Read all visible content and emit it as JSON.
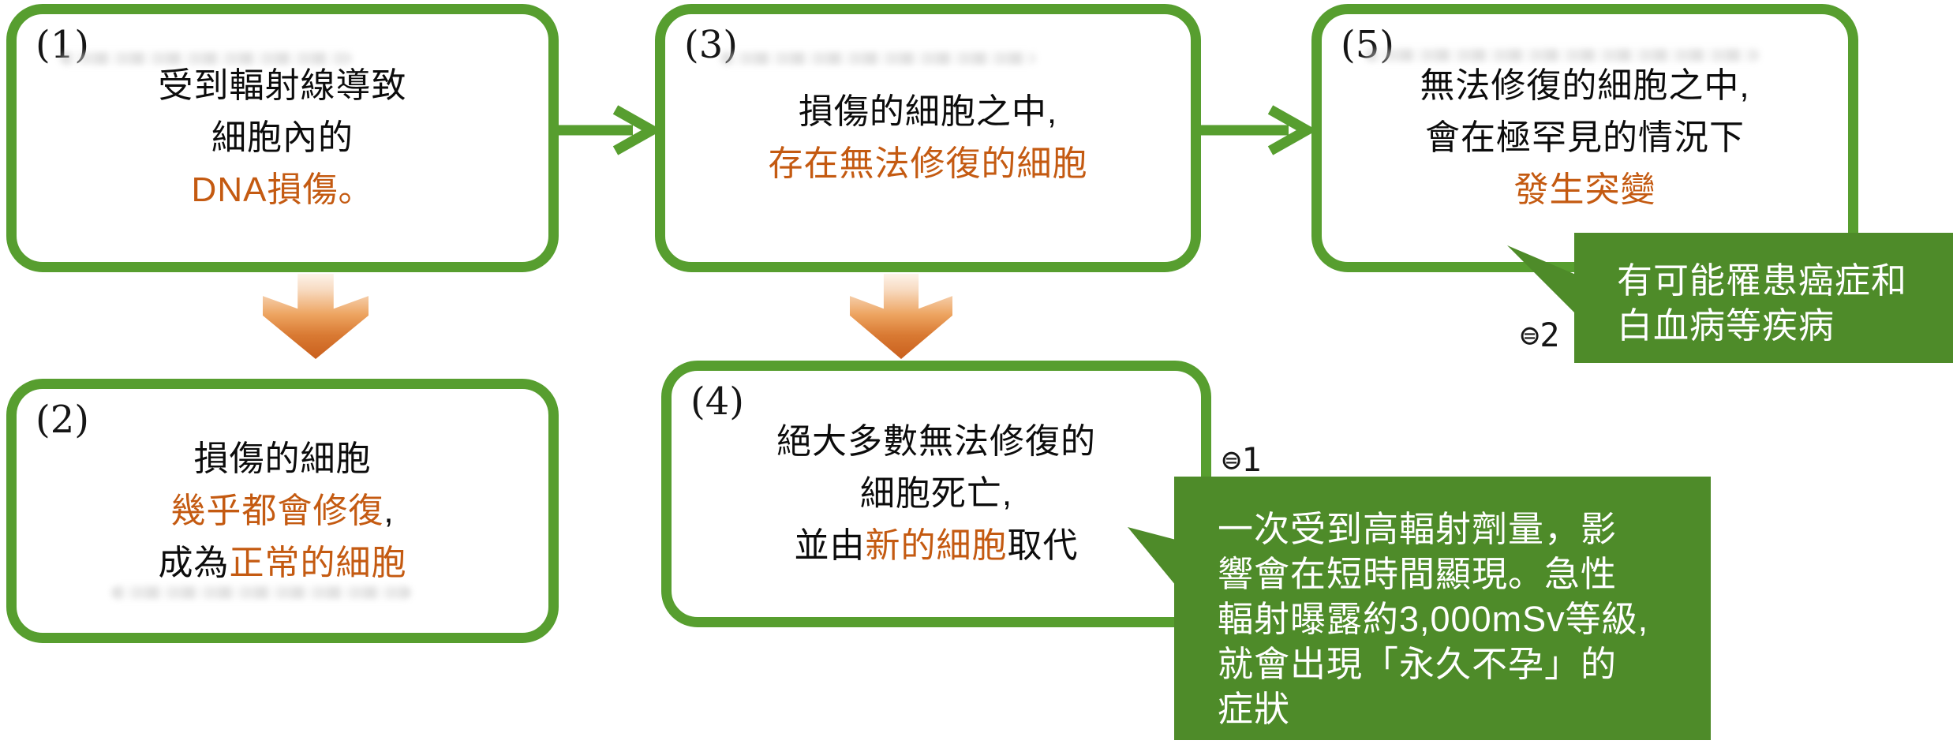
{
  "diagram_title": "radiation-cell-damage-flowchart",
  "colors": {
    "box_border_green": "#579e2f",
    "callout_green": "#4e8b29",
    "emphasis_orange": "#c45a11",
    "text_black": "#0c0c0c",
    "arrow_orange_deep": "#c95f1d",
    "arrow_orange_light": "#fdf3ea",
    "callout_text": "#ffffff"
  },
  "boxes": [
    {
      "label": "(1)",
      "lines": [
        {
          "segments": [
            {
              "text": "受到輻射線導致",
              "color": "black"
            }
          ]
        },
        {
          "segments": [
            {
              "text": "細胞內的",
              "color": "black"
            }
          ]
        },
        {
          "segments": [
            {
              "text": "DNA損傷。",
              "color": "orange"
            }
          ]
        }
      ]
    },
    {
      "label": "(2)",
      "lines": [
        {
          "segments": [
            {
              "text": "損傷的細胞",
              "color": "black"
            }
          ]
        },
        {
          "segments": [
            {
              "text": "幾乎都會修復",
              "color": "orange"
            },
            {
              "text": ",",
              "color": "black"
            }
          ]
        },
        {
          "segments": [
            {
              "text": "成為",
              "color": "black"
            },
            {
              "text": "正常的細胞",
              "color": "orange"
            }
          ]
        }
      ]
    },
    {
      "label": "(3)",
      "lines": [
        {
          "segments": [
            {
              "text": "損傷的細胞之中,",
              "color": "black"
            }
          ]
        },
        {
          "segments": [
            {
              "text": "存在無法修復的細胞",
              "color": "orange"
            }
          ]
        }
      ]
    },
    {
      "label": "(4)",
      "lines": [
        {
          "segments": [
            {
              "text": "絕大多數無法修復的",
              "color": "black"
            }
          ]
        },
        {
          "segments": [
            {
              "text": "細胞死亡,",
              "color": "black"
            }
          ]
        },
        {
          "segments": [
            {
              "text": "並由",
              "color": "black"
            },
            {
              "text": "新的細胞",
              "color": "orange"
            },
            {
              "text": "取代",
              "color": "black"
            }
          ]
        }
      ]
    },
    {
      "label": "(5)",
      "lines": [
        {
          "segments": [
            {
              "text": "無法修復的細胞之中,",
              "color": "black"
            }
          ]
        },
        {
          "segments": [
            {
              "text": "會在極罕見的情況下",
              "color": "black"
            }
          ]
        },
        {
          "segments": [
            {
              "text": "發生突變",
              "color": "orange"
            }
          ]
        }
      ]
    }
  ],
  "callouts": [
    {
      "marker": "⊜1",
      "text": "一次受到高輻射劑量，影\n響會在短時間顯現。急性\n輻射曝露約3,000mSv等級,\n就會出現「永久不孕」的\n症狀"
    },
    {
      "marker": "⊜2",
      "text": "有可能罹患癌症和\n白血病等疾病"
    }
  ]
}
